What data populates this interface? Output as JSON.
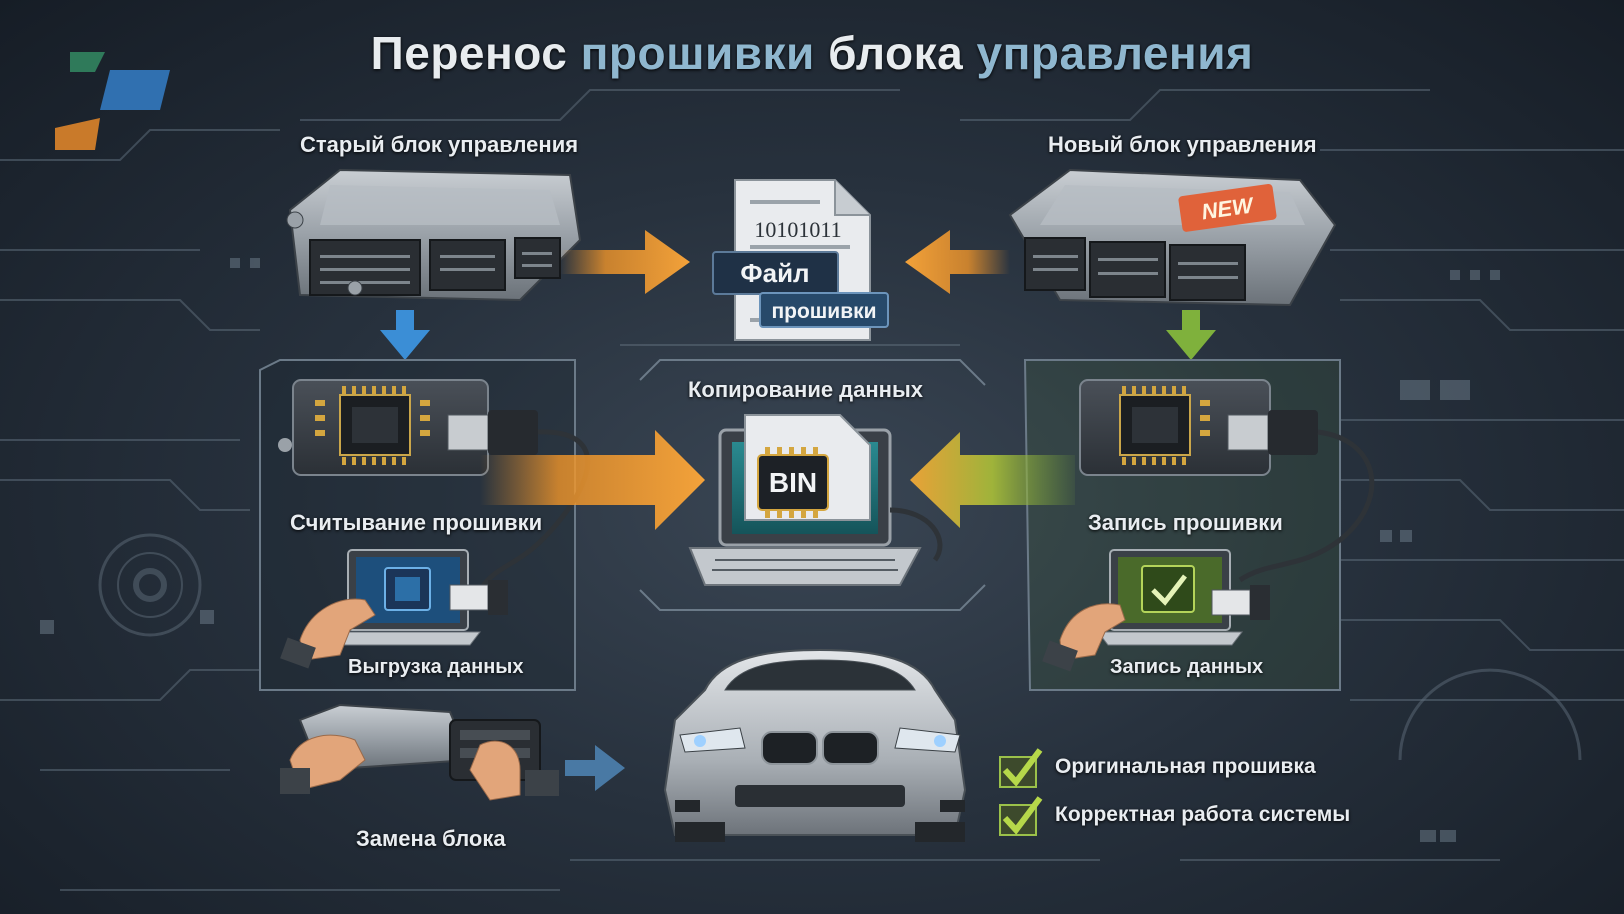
{
  "title": {
    "parts": [
      "Перенос ",
      "прошивки",
      " блока ",
      "управления"
    ]
  },
  "labels": {
    "old_unit": "Старый блок управления",
    "new_unit": "Новый блок управления",
    "file_binary": "10101011",
    "file_tag_line1": "Файл",
    "file_tag_line2": "прошивки",
    "new_badge": "NEW",
    "copy_data": "Копирование данных",
    "bin": "BIN",
    "read_firmware": "Считывание прошивки",
    "write_firmware": "Запись прошивки",
    "upload_data": "Выгрузка данных",
    "write_data": "Запись данных",
    "replace_unit": "Замена блока"
  },
  "checklist": [
    {
      "text": "Оригинальная прошивка",
      "icon": "check-icon"
    },
    {
      "text": "Корректная работа системы",
      "icon": "check-icon"
    }
  ],
  "colors": {
    "orange": "#f0952a",
    "blue": "#3b8ed6",
    "green": "#7fb13c",
    "accent_text": "#8fb7cf",
    "new_badge": "#e0623a"
  }
}
